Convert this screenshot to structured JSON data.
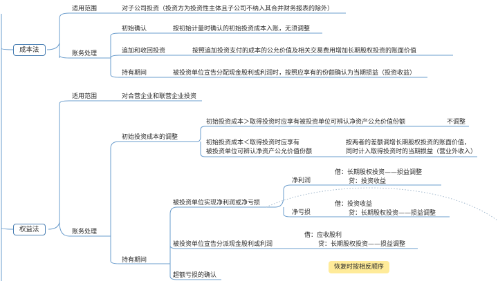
{
  "cost_method": {
    "root": "成本法",
    "scope_label": "适用范围",
    "scope_text": "对子公司投资（投资方为投资性主体且子公司不纳入其合并财务报表的除外）",
    "accounting_label": "账务处理",
    "initial_label": "初始确认",
    "initial_text": "按初始计量时确认的初始投资成本入账，无须调整",
    "add_label": "追加和收回投资",
    "add_text": "按照追加投资支付的成本的公允价值及相关交易费用增加长期股权投资的账面价值",
    "holding_label": "持有期间",
    "holding_text": "被投资单位宣告分配现金股利或利润时，按照应享有的份额确认为当期损益（投资收益）"
  },
  "equity_method": {
    "root": "权益法",
    "scope_label": "适用范围",
    "scope_text": "对合营企业和联营企业投资",
    "accounting_label": "账务处理",
    "adjust_label": "初始投资成本的调整",
    "case1_text": "初始投资成本＞取得投资时应享有被投资单位可辨认净资产公允价值份额",
    "case1_result": "不调整",
    "case2_line1": "初始投资成本＜取得投资时应享有",
    "case2_line2": "被投资单位可辨认净资产公允价值份额",
    "case2_result_line1": "按两者的差额调增长期股权投资的账面价值，",
    "case2_result_line2": "同时计入取得投资时的当期损益（营业外收入）",
    "holding_label": "持有期间",
    "profit_loss_label": "被投资单位实现净利润或净亏损",
    "net_profit_label": "净利润",
    "net_profit_debit": "借：长期股权投资——损益调整",
    "net_profit_credit": "贷：投资收益",
    "net_loss_label": "净亏损",
    "net_loss_debit": "借：投资收益",
    "net_loss_credit": "贷：长期股权投资——损益调整",
    "dividend_label": "被投资单位宣告分派现金股利或利润",
    "dividend_debit": "借：应收股利",
    "dividend_credit": "贷：长期股权投资——损益调整",
    "excess_loss_label": "超额亏损的确认",
    "note": "恢复时按相反顺序"
  },
  "colors": {
    "line": "#6a9ccc",
    "root_border": "#4a7fb3",
    "note_bg": "#ffeb99",
    "text": "#2a2a2a"
  }
}
